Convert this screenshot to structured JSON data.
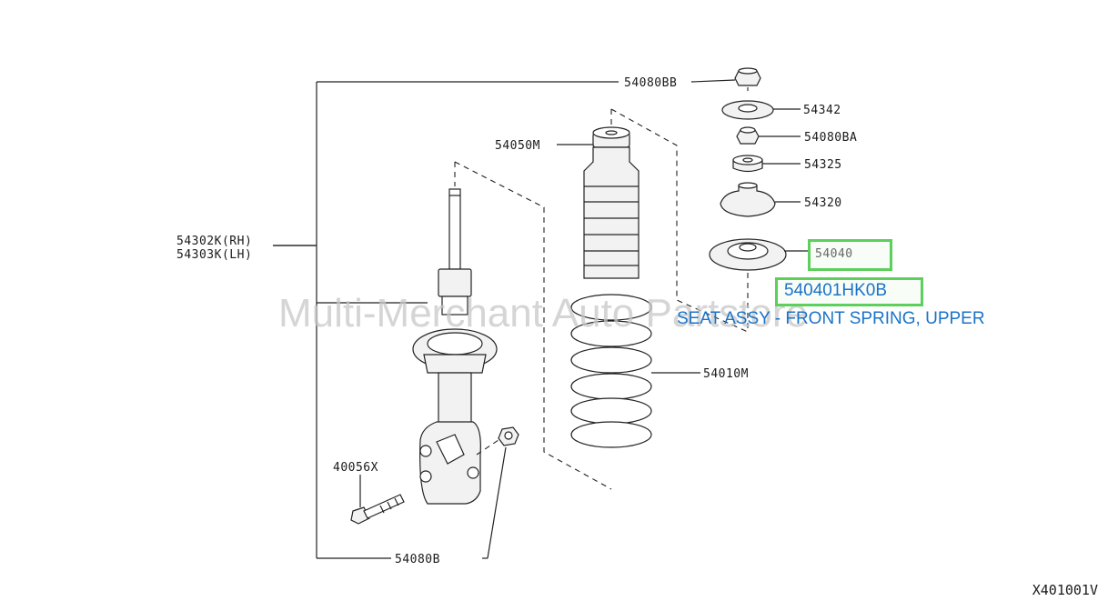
{
  "diagram": {
    "labels": {
      "nut_top": "54080BB",
      "washer": "54342",
      "nut_mid": "54080BA",
      "bushing": "54325",
      "mount": "54320",
      "bound_bumper": "54050M",
      "strut_rh": "54302K(RH)",
      "strut_lh": "54303K(LH)",
      "spring": "54010M",
      "bolt": "40056X",
      "nut_bottom": "54080B"
    },
    "highlighted_part": {
      "callout": "54040",
      "part_number": "540401HK0B",
      "description": "SEAT ASSY - FRONT SPRING, UPPER"
    },
    "watermark": "Multi-Merchant Auto Partstore",
    "reference_code": "X401001V"
  },
  "colors": {
    "highlight_border": "#5ccf5c",
    "link": "#1a73c8",
    "watermark": "#c8c8c8",
    "linework": "#222222"
  }
}
